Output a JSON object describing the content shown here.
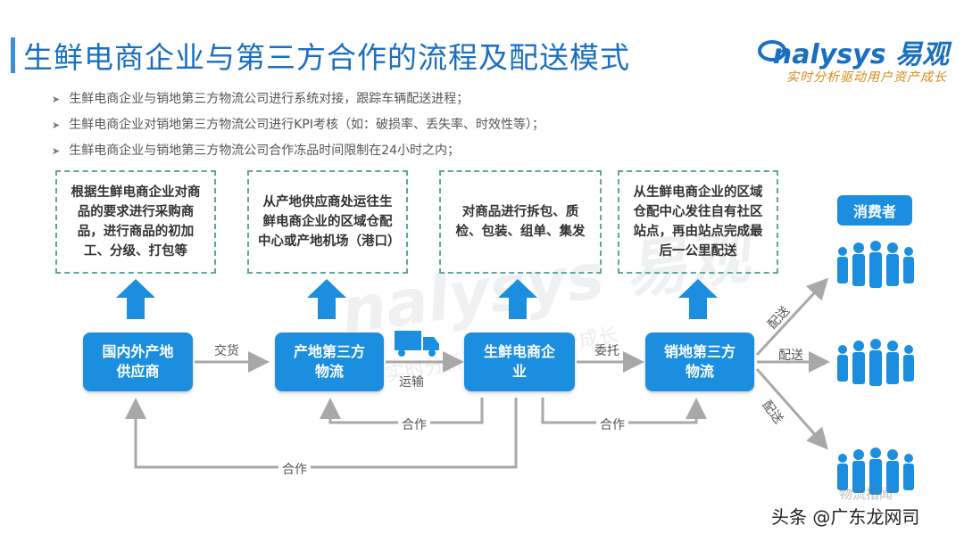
{
  "title": "生鲜电商企业与第三方合作的流程及配送模式",
  "logo": {
    "brand": "nalysys 易观",
    "slogan": "实时分析驱动用户资产成长"
  },
  "bullets": [
    "生鲜电商企业与销地第三方物流公司进行系统对接，跟踪车辆配送进程；",
    "生鲜电商企业对销地第三方物流公司进行KPI考核（如：破损率、丢失率、时效性等）；",
    "生鲜电商企业与销地第三方物流公司合作冻品时间限制在24小时之内；"
  ],
  "desc_boxes": [
    "根据生鲜电商企业对商品的要求进行采购商品，进行商品的初加工、分级、打包等",
    "从产地供应商处运往生鲜电商企业的区域仓配中心或产地机场（港口）",
    "对商品进行拆包、质检、包装、组单、集发",
    "从生鲜电商企业的区域仓配中心发往自有社区站点，再由站点完成最后一公里配送"
  ],
  "nodes": [
    {
      "line1": "国内外产地",
      "line2": "供应商"
    },
    {
      "line1": "产地第三方",
      "line2": "物流"
    },
    {
      "line1": "生鲜电商企",
      "line2": "业"
    },
    {
      "line1": "销地第三方",
      "line2": "物流"
    }
  ],
  "flow_labels": {
    "deliver": "交货",
    "transport": "运输",
    "entrust": "委托",
    "coop1": "合作",
    "coop2": "合作",
    "coop3": "合作",
    "dist1": "配送",
    "dist2": "配送",
    "dist3": "配送"
  },
  "consumer_label": "消费者",
  "watermark": {
    "main": "nalysys 易观",
    "sub": "实时分析驱动用户资产成长"
  },
  "footer": {
    "handle": "头条 @广东龙网司",
    "wechat": "物流指闻"
  },
  "colors": {
    "primary": "#1b8ee0",
    "title": "#1a6fc0",
    "arrow": "#1b8ee0",
    "line": "#a8a8a8",
    "dash": "#5aa8a0",
    "accent": "#d88a1a"
  }
}
